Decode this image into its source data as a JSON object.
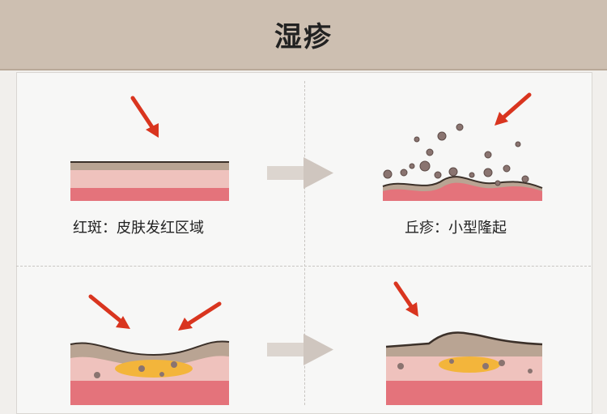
{
  "title": "湿疹",
  "stages": [
    {
      "label": "红斑：皮肤发红区域"
    },
    {
      "label": "丘疹：小型隆起"
    }
  ],
  "colors": {
    "header": "#cdbfb1",
    "arrow_red": "#d9351f",
    "skin_tan": "#b9a493",
    "skin_pink_light": "#efc2bd",
    "skin_pink": "#e4737b",
    "fluid_yellow": "#f3b53b",
    "flow_arrow": "#dcd5cf"
  }
}
